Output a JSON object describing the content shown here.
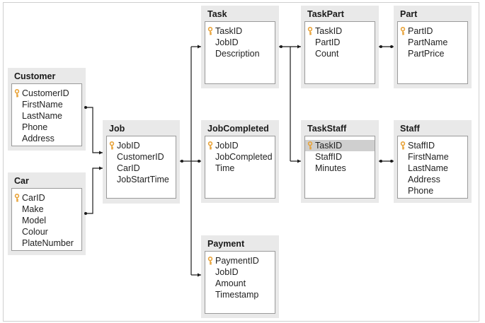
{
  "colors": {
    "key": "#e8a33a",
    "panel": "#e9e9e9",
    "border": "#9a9a9a",
    "line": "#1a1a1a",
    "highlight": "#cfcfcf"
  },
  "tables": {
    "customer": {
      "title": "Customer",
      "fields": [
        "CustomerID",
        "FirstName",
        "LastName",
        "Phone",
        "Address"
      ],
      "key_field": "CustomerID"
    },
    "car": {
      "title": "Car",
      "fields": [
        "CarID",
        "Make",
        "Model",
        "Colour",
        "PlateNumber"
      ],
      "key_field": "CarID"
    },
    "job": {
      "title": "Job",
      "fields": [
        "JobID",
        "CustomerID",
        "CarID",
        "JobStartTime"
      ],
      "key_field": "JobID"
    },
    "task": {
      "title": "Task",
      "fields": [
        "TaskID",
        "JobID",
        "Description"
      ],
      "key_field": "TaskID"
    },
    "jobcompleted": {
      "title": "JobCompleted",
      "fields": [
        "JobID",
        "JobCompleted",
        "Time"
      ],
      "key_field": "JobID"
    },
    "payment": {
      "title": "Payment",
      "fields": [
        "PaymentID",
        "JobID",
        "Amount",
        "Timestamp"
      ],
      "key_field": "PaymentID"
    },
    "taskpart": {
      "title": "TaskPart",
      "fields": [
        "TaskID",
        "PartID",
        "Count"
      ],
      "key_field": "TaskID"
    },
    "taskstaff": {
      "title": "TaskStaff",
      "fields": [
        "TaskID",
        "StaffID",
        "Minutes"
      ],
      "key_field": "TaskID",
      "highlighted_field": "TaskID"
    },
    "part": {
      "title": "Part",
      "fields": [
        "PartID",
        "PartName",
        "PartPrice"
      ],
      "key_field": "PartID"
    },
    "staff": {
      "title": "Staff",
      "fields": [
        "StaffID",
        "FirstName",
        "LastName",
        "Address",
        "Phone"
      ],
      "key_field": "StaffID"
    }
  },
  "relationships": [
    {
      "from": "customer",
      "to": "job",
      "symbol": "arrow"
    },
    {
      "from": "car",
      "to": "job",
      "symbol": "arrow"
    },
    {
      "from": "job",
      "to": "task",
      "symbol": "arrow"
    },
    {
      "from": "job",
      "to": "jobcompleted",
      "symbol": "dot"
    },
    {
      "from": "job",
      "to": "payment",
      "symbol": "arrow"
    },
    {
      "from": "task",
      "to": "taskpart",
      "symbol": "arrow"
    },
    {
      "from": "task",
      "to": "taskstaff",
      "symbol": "arrow"
    },
    {
      "from": "taskpart",
      "to": "part",
      "symbol": "dot"
    },
    {
      "from": "taskstaff",
      "to": "staff",
      "symbol": "dot"
    }
  ]
}
